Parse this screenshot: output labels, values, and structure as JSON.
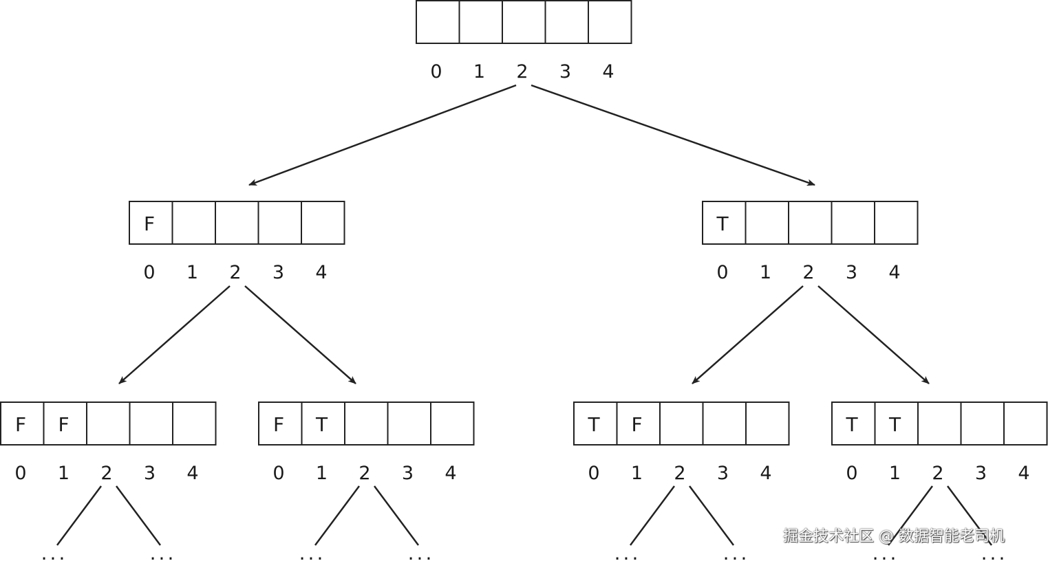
{
  "index_labels": [
    "0",
    "1",
    "2",
    "3",
    "4"
  ],
  "ellipsis": "...",
  "watermark": "掘金技术社区 @ 数据智能老司机",
  "root": {
    "cells": [
      "",
      "",
      "",
      "",
      ""
    ]
  },
  "level1": [
    {
      "cells": [
        "F",
        "",
        "",
        "",
        ""
      ]
    },
    {
      "cells": [
        "T",
        "",
        "",
        "",
        ""
      ]
    }
  ],
  "level2": [
    {
      "cells": [
        "F",
        "F",
        "",
        "",
        ""
      ]
    },
    {
      "cells": [
        "F",
        "T",
        "",
        "",
        ""
      ]
    },
    {
      "cells": [
        "T",
        "F",
        "",
        "",
        ""
      ]
    },
    {
      "cells": [
        "T",
        "T",
        "",
        "",
        ""
      ]
    }
  ],
  "colors": {
    "stroke": "#222222",
    "text": "#1a1a1a"
  }
}
